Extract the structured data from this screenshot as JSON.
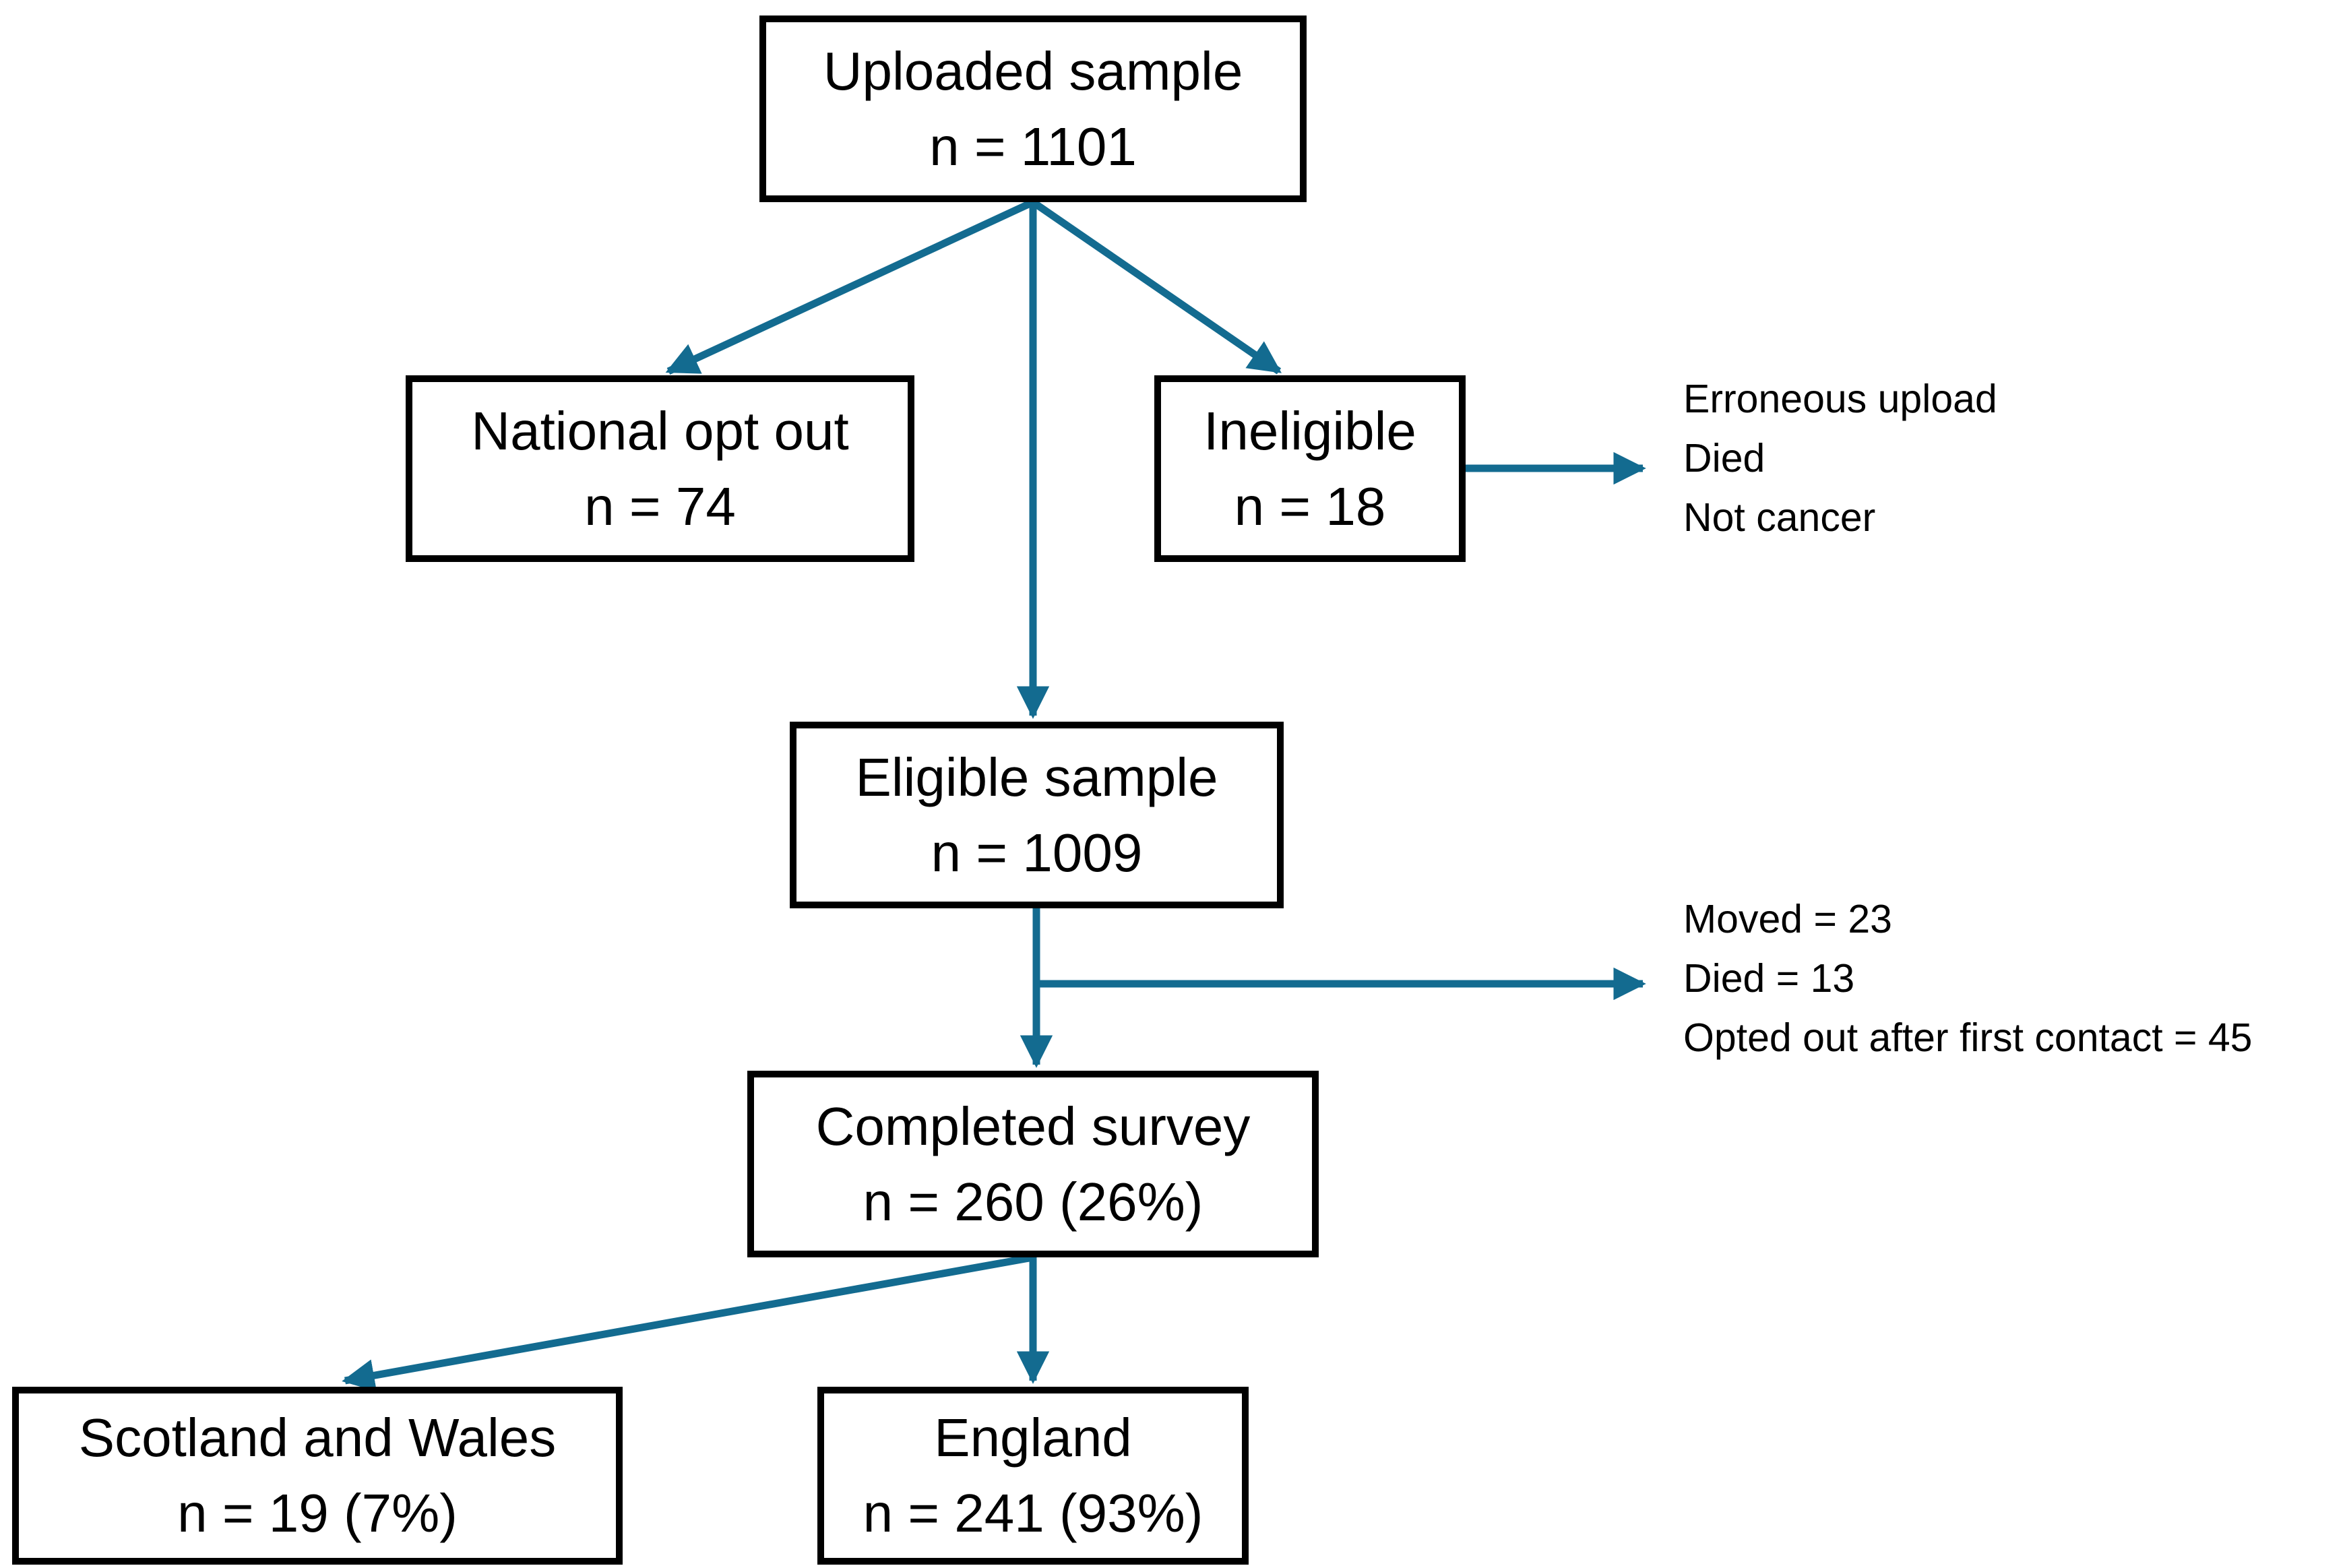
{
  "diagram": {
    "colors": {
      "arrow": "#136b90",
      "box_border": "#000000",
      "text": "#000000",
      "background": "#ffffff"
    },
    "nodes": {
      "uploaded": {
        "label": "Uploaded sample",
        "value": "n = 1101"
      },
      "national_opt_out": {
        "label": "National opt out",
        "value": "n = 74"
      },
      "ineligible": {
        "label": "Ineligible",
        "value": "n = 18"
      },
      "eligible": {
        "label": "Eligible sample",
        "value": "n = 1009"
      },
      "completed": {
        "label": "Completed survey",
        "value": "n = 260 (26%)"
      },
      "scotland_wales": {
        "label": "Scotland and Wales",
        "value": "n = 19 (7%)"
      },
      "england": {
        "label": "England",
        "value": "n = 241 (93%)"
      }
    },
    "annotations": {
      "ineligible_reasons": {
        "lines": [
          "Erroneous upload",
          "Died",
          "Not cancer"
        ]
      },
      "attrition_reasons": {
        "lines": [
          "Moved = 23",
          "Died = 13",
          "Opted out after first contact = 45"
        ]
      }
    }
  }
}
